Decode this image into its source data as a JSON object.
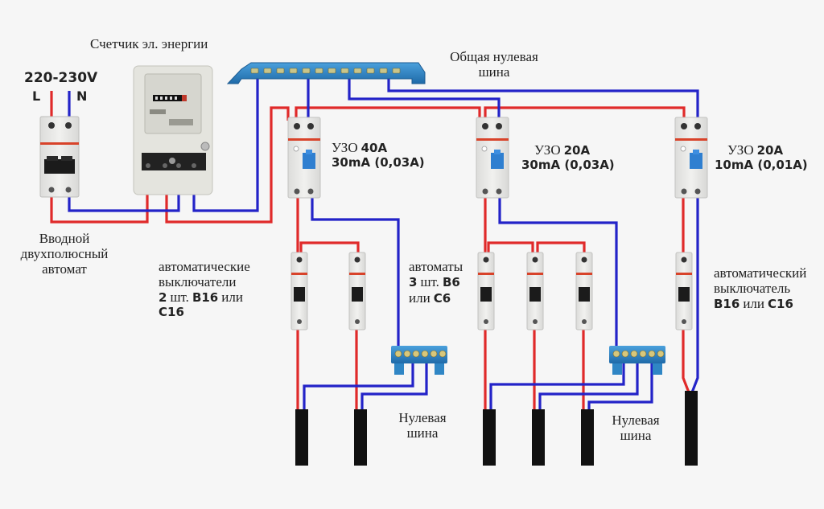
{
  "diagram": {
    "title": "Схема подключения электрощита",
    "colors": {
      "background": "#f6f6f6",
      "phase_wire": "#e02a2a",
      "neutral_wire": "#2323c8",
      "busbar": "#2f86c5",
      "device_body": "#e9e9e6",
      "handle": "#1b1b1b",
      "rcd_test_button": "#2f7fd0",
      "brand_stripe": "#d8432a",
      "cable": "#111111",
      "text": "#222222"
    },
    "supply": {
      "voltage_label": "220-230V",
      "phase_label": "L",
      "neutral_label": "N"
    },
    "meter": {
      "label": "Счетчик эл. энергии"
    },
    "main_neutral_bus": {
      "label_line1": "Общая нулевая",
      "label_line2": "шина"
    },
    "input_breaker": {
      "label_line1": "Вводной",
      "label_line2": "двухполюсный",
      "label_line3": "автомат"
    },
    "rcds": [
      {
        "rating": "40A",
        "prefix": "УЗО",
        "leakage": "30mA (0,03A)"
      },
      {
        "rating": "20A",
        "prefix": "УЗО",
        "leakage": "30mA (0,03A)"
      },
      {
        "rating": "20A",
        "prefix": "УЗО",
        "leakage": "10mA (0,01A)"
      }
    ],
    "breaker_groups": [
      {
        "line1": "автоматические",
        "line2": "выключатели",
        "line3_bold": "2",
        "line3_serif": "шт.",
        "line3_bold2": "B16",
        "line3_serif2": "или",
        "line4_bold": "C16",
        "count": 2
      },
      {
        "line1": "автоматы",
        "line2_bold": "3",
        "line2_serif": "шт.",
        "line2_bold2": "B6",
        "line3_serif": "или",
        "line3_bold": "C6",
        "count": 3
      },
      {
        "line1": "автоматический",
        "line2": "выключатель",
        "line3_bold": "B16",
        "line3_serif": "или",
        "line3_bold2": "C16",
        "count": 1
      }
    ],
    "neutral_bus_labels": [
      {
        "line1": "Нулевая",
        "line2": "шина"
      },
      {
        "line1": "Нулевая",
        "line2": "шина"
      }
    ]
  }
}
